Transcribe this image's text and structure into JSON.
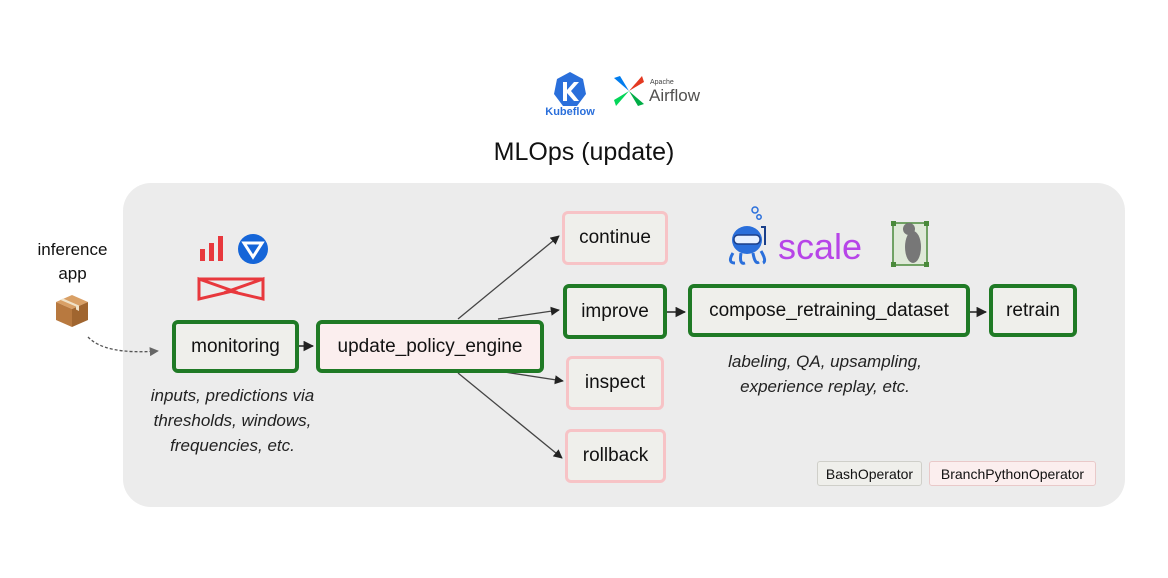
{
  "logos": {
    "kubeflow": "Kubeflow",
    "airflow_small": "Apache",
    "airflow": "Airflow",
    "scale": "scale"
  },
  "title": "MLOps (update)",
  "inference_app": {
    "line1": "inference",
    "line2": "app"
  },
  "nodes": {
    "monitoring": "monitoring",
    "update_policy_engine": "update_policy_engine",
    "continue": "continue",
    "improve": "improve",
    "inspect": "inspect",
    "rollback": "rollback",
    "compose_retraining_dataset": "compose_retraining_dataset",
    "retrain": "retrain"
  },
  "notes": {
    "monitoring": [
      "inputs, predictions via",
      "thresholds, windows,",
      "frequencies, etc."
    ],
    "compose": [
      "labeling, QA, upsampling,",
      "experience replay, etc."
    ]
  },
  "legend": {
    "bash": "BashOperator",
    "branch": "BranchPythonOperator"
  },
  "colors": {
    "operator_border": "#1f7a25",
    "branch_fill": "#fbeeee",
    "bash_fill": "#efefeb",
    "leaf_border": "#f7c3c6",
    "panel": "#ececec"
  }
}
